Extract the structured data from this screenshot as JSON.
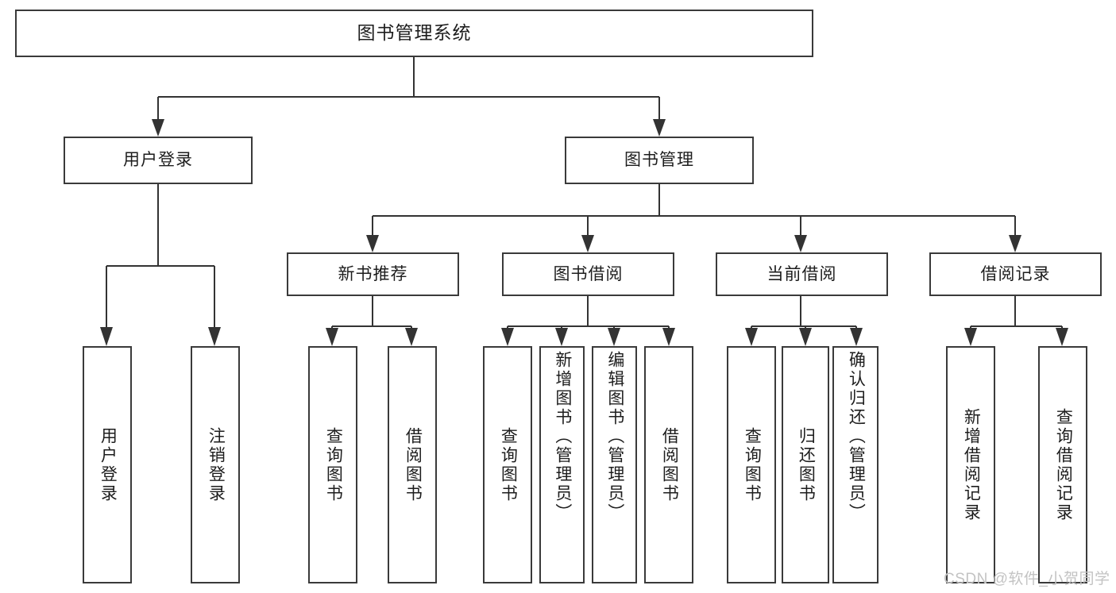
{
  "diagram": {
    "title": "图书管理系统",
    "watermark": "CSDN @软件_小贺同学",
    "colors": {
      "box_border": "#3a3a3a",
      "connector": "#333333",
      "text": "#1d1d1d",
      "background": "#ffffff",
      "watermark": "#c3c3c3"
    },
    "root": {
      "label": "图书管理系统"
    },
    "level2": [
      {
        "label": "用户登录"
      },
      {
        "label": "图书管理"
      }
    ],
    "level3": [
      {
        "label": "新书推荐"
      },
      {
        "label": "图书借阅"
      },
      {
        "label": "当前借阅"
      },
      {
        "label": "借阅记录"
      }
    ],
    "leaves": {
      "user_login": [
        {
          "label": "用户登录"
        },
        {
          "label": "注销登录"
        }
      ],
      "new_book_recommend": [
        {
          "label": "查询图书"
        },
        {
          "label": "借阅图书"
        }
      ],
      "book_borrow": [
        {
          "label": "查询图书"
        },
        {
          "label": "新增图书（管理员）"
        },
        {
          "label": "编辑图书（管理员）"
        },
        {
          "label": "借阅图书"
        }
      ],
      "current_borrow": [
        {
          "label": "查询图书"
        },
        {
          "label": "归还图书"
        },
        {
          "label": "确认归还（管理员）"
        }
      ],
      "borrow_record": [
        {
          "label": "新增借阅记录"
        },
        {
          "label": "查询借阅记录"
        }
      ]
    }
  }
}
